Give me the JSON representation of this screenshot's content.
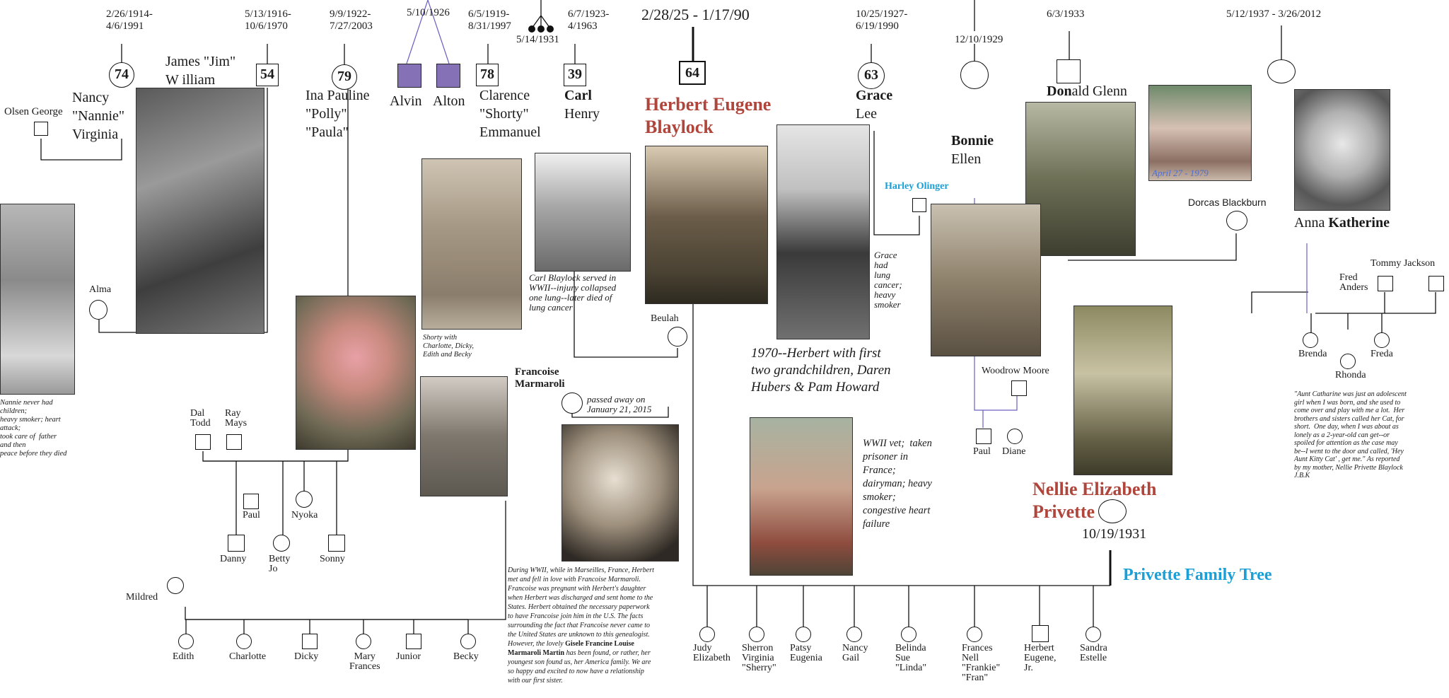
{
  "title": "Privette Family Tree",
  "colors": {
    "accent_red": "#b0453c",
    "accent_blue": "#1a9fd6",
    "twin_fill": "#8571b5",
    "line": "#111111",
    "light_line": "#6a5fbf"
  },
  "dates": {
    "nancy": "2/26/1914-\n4/6/1991",
    "james": "5/13/1916-\n10/6/1970",
    "ina": "9/9/1922-\n7/27/2003",
    "twins": "5/10/1926",
    "clarence": "6/5/1919-\n8/31/1997",
    "triplets": "5/14/1931",
    "carl": "6/7/1923-\n4/1963",
    "herbert": "2/28/25 - 1/17/90",
    "grace": "10/25/1927-\n6/19/1990",
    "bonnie": "12/10/1929",
    "donald": "6/3/1933",
    "katherine": "5/12/1937 - 3/26/2012",
    "nellie": "10/19/1931"
  },
  "ages": {
    "nancy": "74",
    "james": "54",
    "ina": "79",
    "clarence": "78",
    "carl": "39",
    "herbert": "64",
    "grace": "63"
  },
  "names": {
    "olsen": "Olsen George",
    "nancy": "Nancy\n\"Nannie\"\nVirginia",
    "james": "James \"Jim\"\nW illiam",
    "ina": "Ina Pauline\n\"Polly\"\n\"Paula\"",
    "alvin": "Alvin",
    "alton": "Alton",
    "clarence": "Clarence\n\"Shorty\"\nEmmanuel",
    "carl_first": "Carl",
    "carl_rest": "Henry",
    "herbert": "Herbert Eugene\nBlaylock",
    "grace_first": "Grace",
    "grace_rest": "Lee",
    "bonnie_first": "Bonnie",
    "bonnie_rest": "Ellen",
    "harley": "Harley Olinger",
    "donald_bold": "Don",
    "donald_rest": "ald Glenn",
    "dorcas": "Dorcas Blackburn",
    "katherine_first": "Anna ",
    "katherine_bold": "Katherine",
    "alma": "Alma",
    "beulah": "Beulah",
    "francoise": "Francoise\nMarmaroli",
    "nellie": "Nellie Elizabeth\nPrivette",
    "woodrow": "Woodrow Moore",
    "paul_b": "Paul",
    "diane": "Diane",
    "fred": "Fred\nAnders",
    "tommy": "Tommy Jackson",
    "brenda": "Brenda",
    "rhonda": "Rhonda",
    "freda": "Freda",
    "dal": "Dal\nTodd",
    "ray": "Ray\nMays",
    "paul_i": "Paul",
    "nyoka": "Nyoka",
    "danny": "Danny",
    "betty": "Betty\nJo",
    "sonny": "Sonny",
    "mildred": "Mildred"
  },
  "shorty_children": [
    "Edith",
    "Charlotte",
    "Dicky",
    "Mary\nFrances",
    "Junior",
    "Becky"
  ],
  "herbert_children": [
    "Judy\nElizabeth",
    "Sherron\nVirginia\n\"Sherry\"",
    "Patsy\nEugenia",
    "Nancy\nGail",
    "Belinda\nSue\n\"Linda\"",
    "Frances\nNell\n\"Frankie\"\n\"Fran\"",
    "Herbert\nEugene,\nJr.",
    "Sandra\nEstelle"
  ],
  "captions": {
    "nannie": "Nannie never had\nchildren;\nheavy smoker; heart\nattack;\ntook care of  father\nand then\npeace before they died",
    "shorty": "Shorty with\nCharlotte, Dicky,\nEdith and Becky",
    "carl": "Carl Blaylock served in\nWWII--injury collapsed\none lung--later died of\nlung cancer",
    "grace": "Grace\nhad\nlung\ncancer;\nheavy\nsmoker",
    "herbert1970": "1970--Herbert with first\ntwo grandchildren, Daren\nHubers & Pam Howard",
    "francoise_passed": "passed away on\nJanuary 21, 2015",
    "wwii": "WWII vet;  taken\nprisoner in\nFrance;\ndairyman; heavy\nsmoker;\ncongestive heart\nfailure",
    "marseilles_a": "During WWII, while in Marseilles, France, Herbert\nmet and fell in love with Francoise Marmaroli.\nFrancoise was pregnant with Herbert's daughter\nwhen Herbert was discharged and sent home to the\nStates. Herbert obtained the necessary paperwork\nto have Francoise join him in the U.S. The facts\nsurrounding the fact that Francoise never came to\nthe United States are unknown to this genealogist.\nHowever, the lovely ",
    "marseilles_b": "Gisele Francine Louise\nMarmaroli Martin",
    "marseilles_c": " has been found, or rather, her\nyoungest son found us, her America family. We are\nso happy and excited to now have a relationship\nwith our first sister.",
    "katherine": "\"Aunt Catharine was just an adolescent\ngirl when I was born, and she used to\ncome over and play with me a lot.  Her\nbrothers and sisters called her Cat, for\nshort.  One day, when I was about as\nlonely as a 2-year-old can get--or\nspoiled for attention as the case may\nbe--I went to the door and called, 'Hey\nAunt Kitty Cat' , get me.\" As reported\nby my mother, Nellie Privette Blaylock\nJ.B.K",
    "photo_date": "April 27 - 1979"
  },
  "icons": [
    "square-male-icon",
    "circle-female-icon"
  ]
}
